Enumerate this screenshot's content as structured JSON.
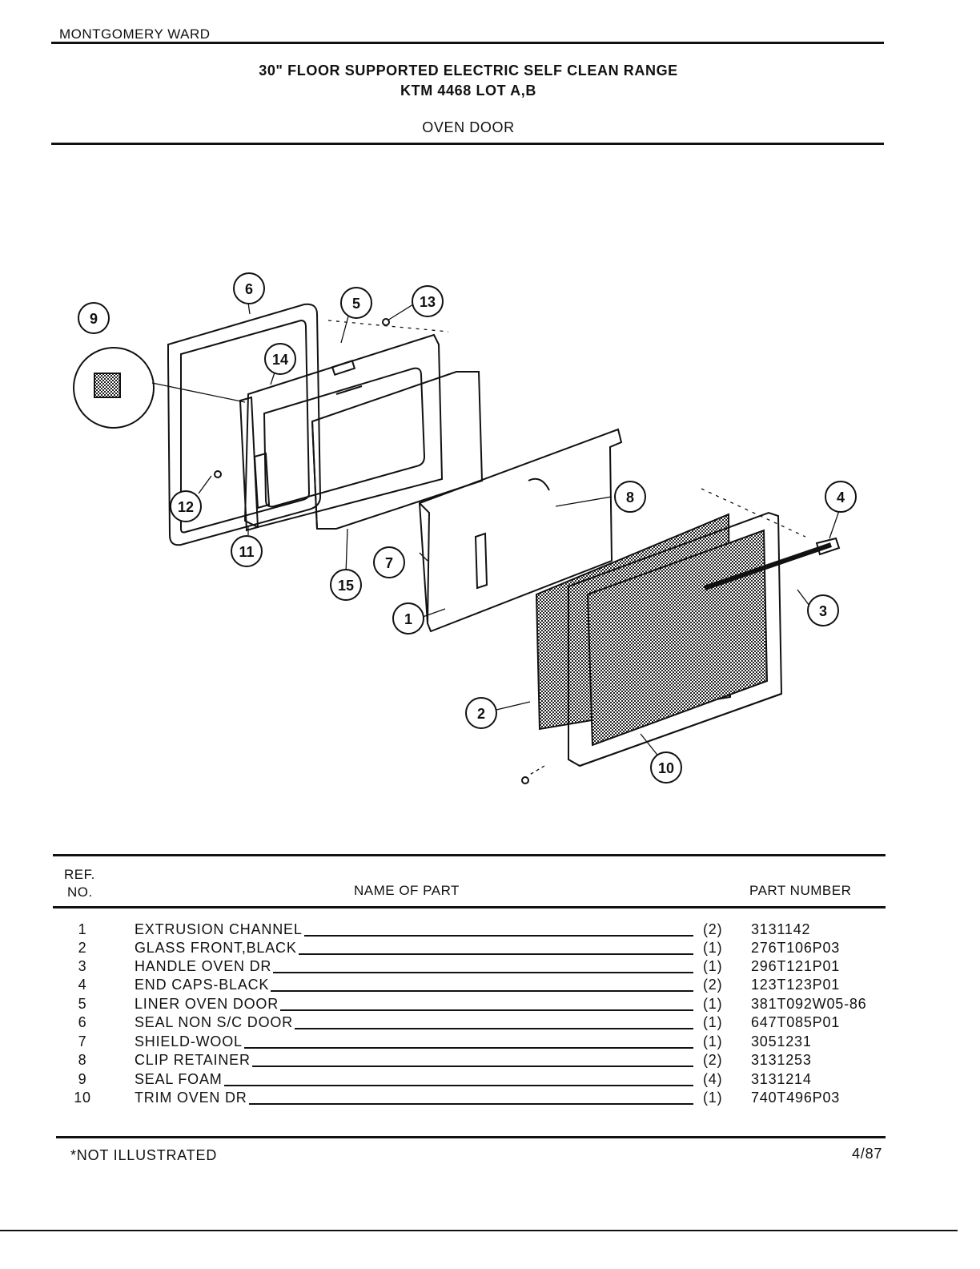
{
  "header": {
    "brand": "MONTGOMERY WARD",
    "title_line1": "30\" FLOOR SUPPORTED ELECTRIC SELF CLEAN RANGE",
    "title_line2": "KTM 4468 LOT A,B",
    "section": "OVEN DOOR"
  },
  "diagram": {
    "callouts": [
      "1",
      "2",
      "3",
      "4",
      "5",
      "6",
      "7",
      "8",
      "9",
      "10",
      "11",
      "12",
      "13",
      "14",
      "15"
    ]
  },
  "table": {
    "col_ref_line1": "REF.",
    "col_ref_line2": "NO.",
    "col_name": "NAME OF PART",
    "col_part": "PART NUMBER",
    "rows": [
      {
        "ref": "1",
        "name": "EXTRUSION CHANNEL",
        "qty": "(2)",
        "part": "3131142"
      },
      {
        "ref": "2",
        "name": "GLASS FRONT,BLACK",
        "qty": "(1)",
        "part": "276T106P03"
      },
      {
        "ref": "3",
        "name": "HANDLE OVEN DR",
        "qty": "(1)",
        "part": "296T121P01"
      },
      {
        "ref": "4",
        "name": "END CAPS-BLACK",
        "qty": "(2)",
        "part": "123T123P01"
      },
      {
        "ref": "5",
        "name": "LINER OVEN DOOR",
        "qty": "(1)",
        "part": "381T092W05-86"
      },
      {
        "ref": "6",
        "name": "SEAL NON S/C DOOR",
        "qty": "(1)",
        "part": "647T085P01"
      },
      {
        "ref": "7",
        "name": "SHIELD-WOOL",
        "qty": "(1)",
        "part": "3051231"
      },
      {
        "ref": "8",
        "name": "CLIP RETAINER",
        "qty": "(2)",
        "part": "3131253"
      },
      {
        "ref": "9",
        "name": "SEAL FOAM",
        "qty": "(4)",
        "part": "3131214"
      },
      {
        "ref": "10",
        "name": "TRIM OVEN DR",
        "qty": "(1)",
        "part": "740T496P03"
      }
    ]
  },
  "footer": {
    "note": "*NOT ILLUSTRATED",
    "date": "4/87"
  }
}
